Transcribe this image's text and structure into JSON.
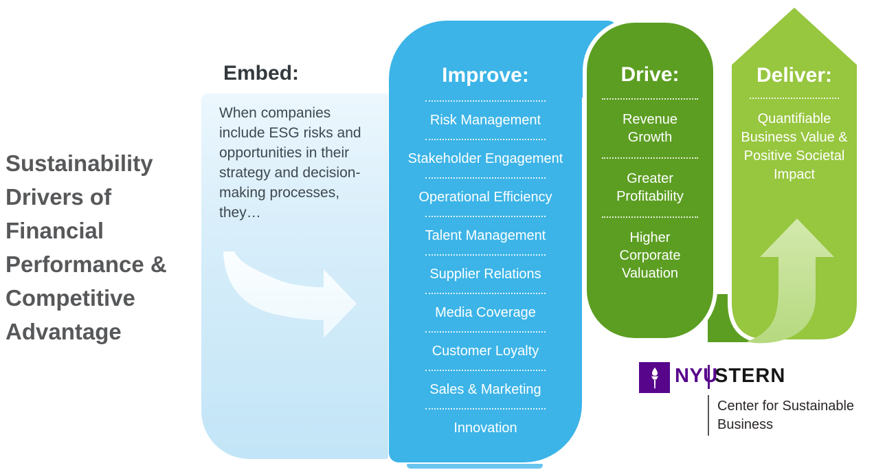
{
  "title": "Sustainability Drivers of Financial Performance & Competitive Advantage",
  "columns": {
    "embed": {
      "heading": "Embed:",
      "body": "When companies include ESG risks and opportunities in their strategy and decision-making processes, they…"
    },
    "improve": {
      "heading": "Improve:",
      "items": [
        "Risk Management",
        "Stakeholder Engagement",
        "Operational Efficiency",
        "Talent Management",
        "Supplier Relations",
        "Media Coverage",
        "Customer Loyalty",
        "Sales & Marketing",
        "Innovation"
      ]
    },
    "drive": {
      "heading": "Drive:",
      "items": [
        "Revenue Growth",
        "Greater Profitability",
        "Higher Corporate Valuation"
      ]
    },
    "deliver": {
      "heading": "Deliver:",
      "body": "Quantifiable Business Value & Positive Societal Impact"
    }
  },
  "logo": {
    "nyu": "NYU",
    "stern": "STERN",
    "caption": "Center for Sustainable Business"
  },
  "colors": {
    "improve_blue": "#3cb4e7",
    "drive_green": "#5c9e22",
    "deliver_green": "#97c63f",
    "embed_panel_blue": "#c2e5f7",
    "title_gray": "#57585a",
    "nyu_purple": "#57068c"
  }
}
